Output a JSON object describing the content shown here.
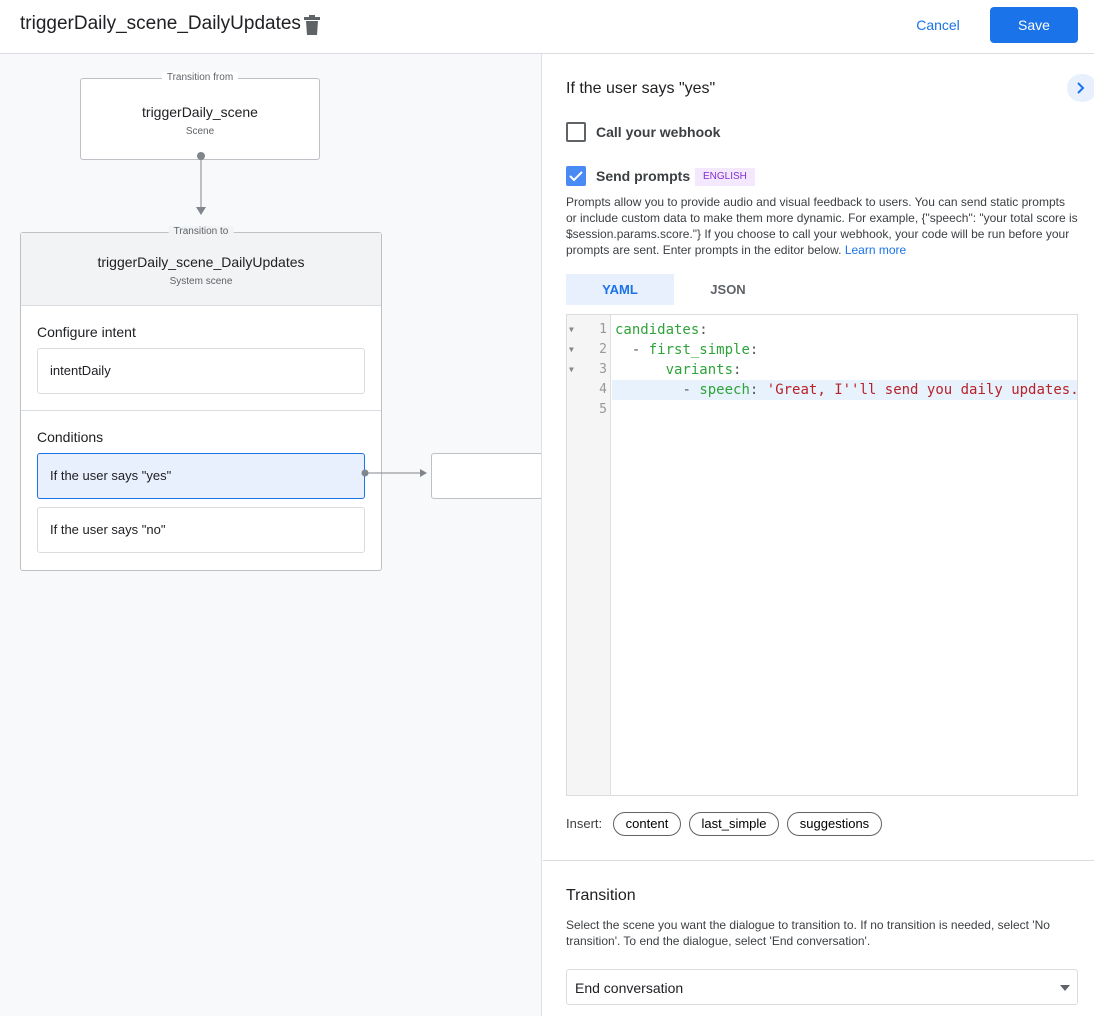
{
  "header": {
    "title": "triggerDaily_scene_DailyUpdates",
    "cancel_label": "Cancel",
    "save_label": "Save"
  },
  "canvas": {
    "from": {
      "label": "Transition from",
      "title": "triggerDaily_scene",
      "subtitle": "Scene"
    },
    "to": {
      "label": "Transition to",
      "title": "triggerDaily_scene_DailyUpdates",
      "subtitle": "System scene"
    },
    "intent_heading": "Configure intent",
    "intent": "intentDaily",
    "conditions_heading": "Conditions",
    "conditions": [
      "If the user says \"yes\"",
      "If the user says \"no\""
    ]
  },
  "panel": {
    "title": "If the user says \"yes\"",
    "webhook_label": "Call your webhook",
    "webhook_checked": false,
    "prompts_label": "Send prompts",
    "prompts_checked": true,
    "language_badge": "ENGLISH",
    "description": "Prompts allow you to provide audio and visual feedback to users. You can send static prompts or include custom data to make them more dynamic. For example, {\"speech\": \"your total score is $session.params.score.\"} If you choose to call your webhook, your code will be run before your prompts are sent. Enter prompts in the editor below.",
    "learn_more": "Learn more",
    "tabs": [
      "YAML",
      "JSON"
    ],
    "active_tab": "YAML",
    "code": {
      "lines": [
        "1",
        "2",
        "3",
        "4",
        "5"
      ],
      "l1k": "candidates",
      "l2k": "first_simple",
      "l3k": "variants",
      "l4k": "speech",
      "l4v": "'Great, I''ll send you daily updates.",
      "colon": ":",
      "dash": "-"
    },
    "insert_label": "Insert:",
    "insert_chips": [
      "content",
      "last_simple",
      "suggestions"
    ],
    "transition_heading": "Transition",
    "transition_description": "Select the scene you want the dialogue to transition to. If no transition is needed, select 'No transition'. To end the dialogue, select 'End conversation'.",
    "transition_value": "End conversation"
  },
  "colors": {
    "accent": "#1a73e8",
    "badge_bg": "#f3e8fd",
    "badge_text": "#8430ce",
    "selected_condition": "#e8f0fe"
  }
}
